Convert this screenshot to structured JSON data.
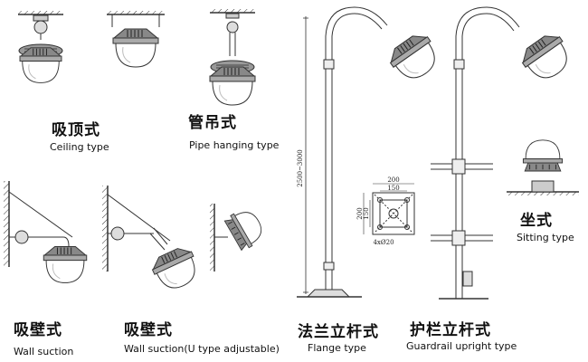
{
  "mounting_types": [
    {
      "cn": "吸顶式",
      "en": "Ceiling type"
    },
    {
      "cn": "管吊式",
      "en": "Pipe hanging type"
    },
    {
      "cn": "吸壁式",
      "en": "Wall suction"
    },
    {
      "cn": "吸壁式",
      "en": "Wall suction(U type adjustable)"
    },
    {
      "cn": "法兰立杆式",
      "en": "Flange type"
    },
    {
      "cn": "护栏立杆式",
      "en": "Guardrail upright type"
    },
    {
      "cn": "坐式",
      "en": "Sitting type"
    }
  ],
  "dimensions": {
    "pole_height": "2500~3000",
    "flange_outer_width": "200",
    "flange_inner_width": "150",
    "flange_outer_height": "200",
    "flange_inner_height": "150",
    "bolt_holes": "4xØ20"
  }
}
